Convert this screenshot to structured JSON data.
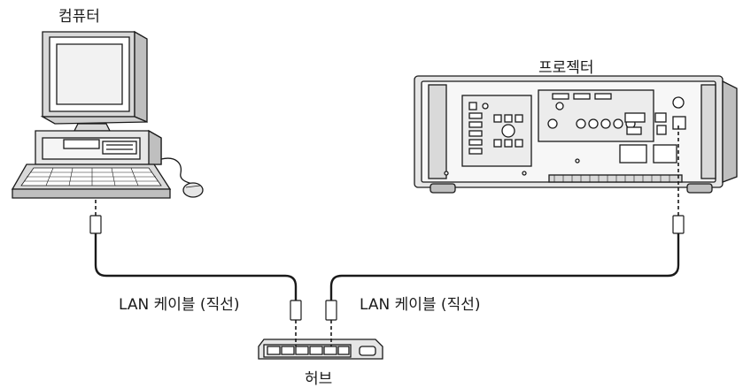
{
  "labels": {
    "computer": "컴퓨터",
    "projector": "프로젝터",
    "cable_left": "LAN 케이블 (직선)",
    "cable_right": "LAN 케이블 (직선)",
    "hub": "허브"
  },
  "icons": {
    "computer": "desktop-computer-icon",
    "projector": "projector-rear-panel-icon",
    "hub": "network-hub-icon"
  },
  "colors": {
    "line": "#1a1a1a",
    "body": "#ffffff",
    "shade": "#d9d9d9"
  }
}
